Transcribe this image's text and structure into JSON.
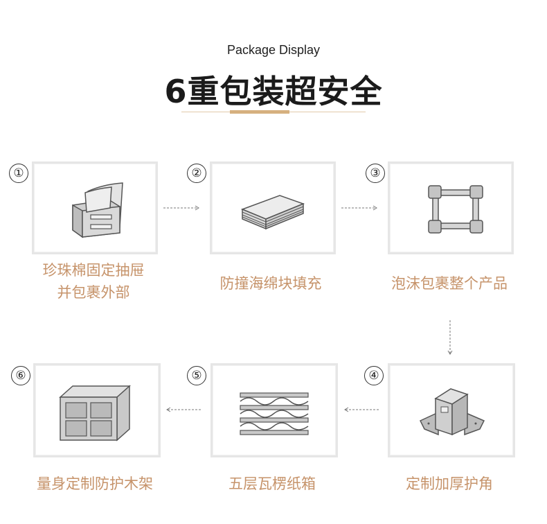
{
  "header": {
    "subtitle": "Package Display",
    "title": "6重包装超安全"
  },
  "steps": [
    {
      "num": "①",
      "label_line1": "珍珠棉固定抽屉",
      "label_line2": "并包裹外部",
      "icon": "drawer-wrapped-icon"
    },
    {
      "num": "②",
      "label_line1": "防撞海绵块填充",
      "icon": "sponge-stack-icon"
    },
    {
      "num": "③",
      "label_line1": "泡沫包裹整个产品",
      "icon": "foam-frame-icon"
    },
    {
      "num": "④",
      "label_line1": "定制加厚护角",
      "icon": "corner-protector-icon"
    },
    {
      "num": "⑤",
      "label_line1": "五层瓦楞纸箱",
      "icon": "corrugated-layers-icon"
    },
    {
      "num": "⑥",
      "label_line1": "量身定制防护木架",
      "icon": "wooden-crate-icon"
    }
  ],
  "colors": {
    "label": "#c6936a",
    "accent": "#d6b07f",
    "card_border": "#e6e6e6",
    "icon_fill": "#d8d8d8",
    "icon_stroke": "#555555"
  }
}
